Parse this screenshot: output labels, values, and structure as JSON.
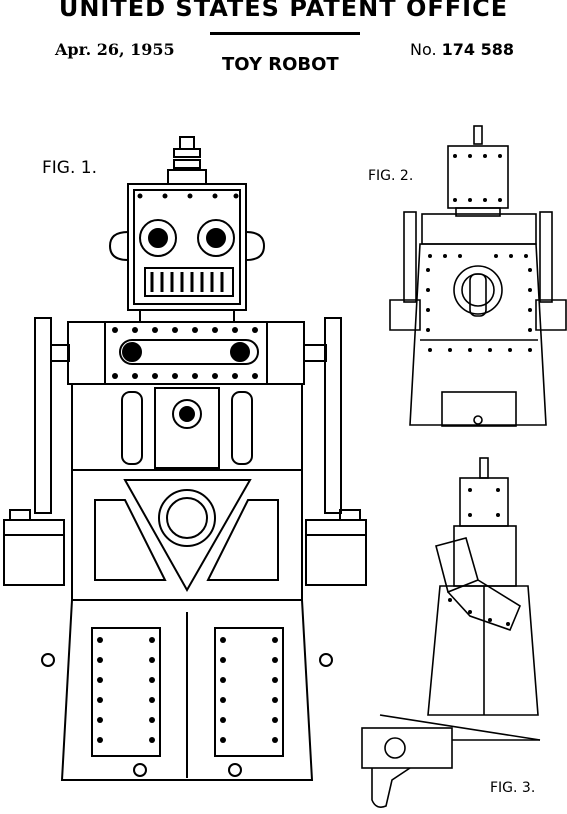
{
  "header": {
    "office": "UNITED STATES PATENT OFFICE",
    "date": "Apr. 26, 1955",
    "title": "TOY ROBOT",
    "number_label": "No.",
    "number": "174 588"
  },
  "figures": {
    "fig1": "FIG. 1.",
    "fig2": "FIG. 2.",
    "fig3": "FIG. 3."
  }
}
